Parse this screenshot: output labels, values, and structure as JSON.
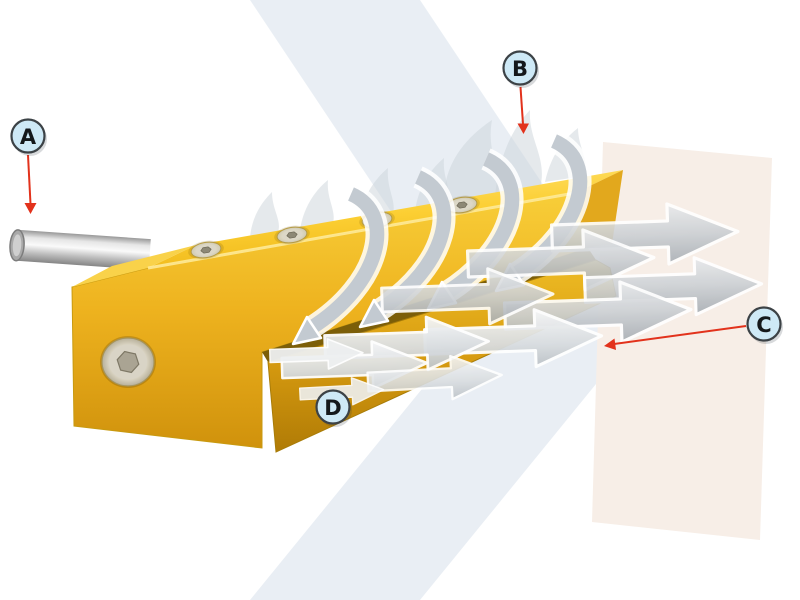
{
  "callouts": {
    "a": "A",
    "b": "B",
    "c": "C",
    "d": "D"
  },
  "colors": {
    "pointer_red": "#E2321C",
    "callout_fill": "#CEE9F6",
    "callout_border": "#3C4246",
    "watermark_blue": "#E9EEF4",
    "watermark_beige": "#F7EEE7",
    "body_yellow": "#F6C627",
    "body_yellow_dark": "#B07B06",
    "airflow_gray": "#C6CDD3",
    "tube_metal": "#C9C9C9"
  }
}
